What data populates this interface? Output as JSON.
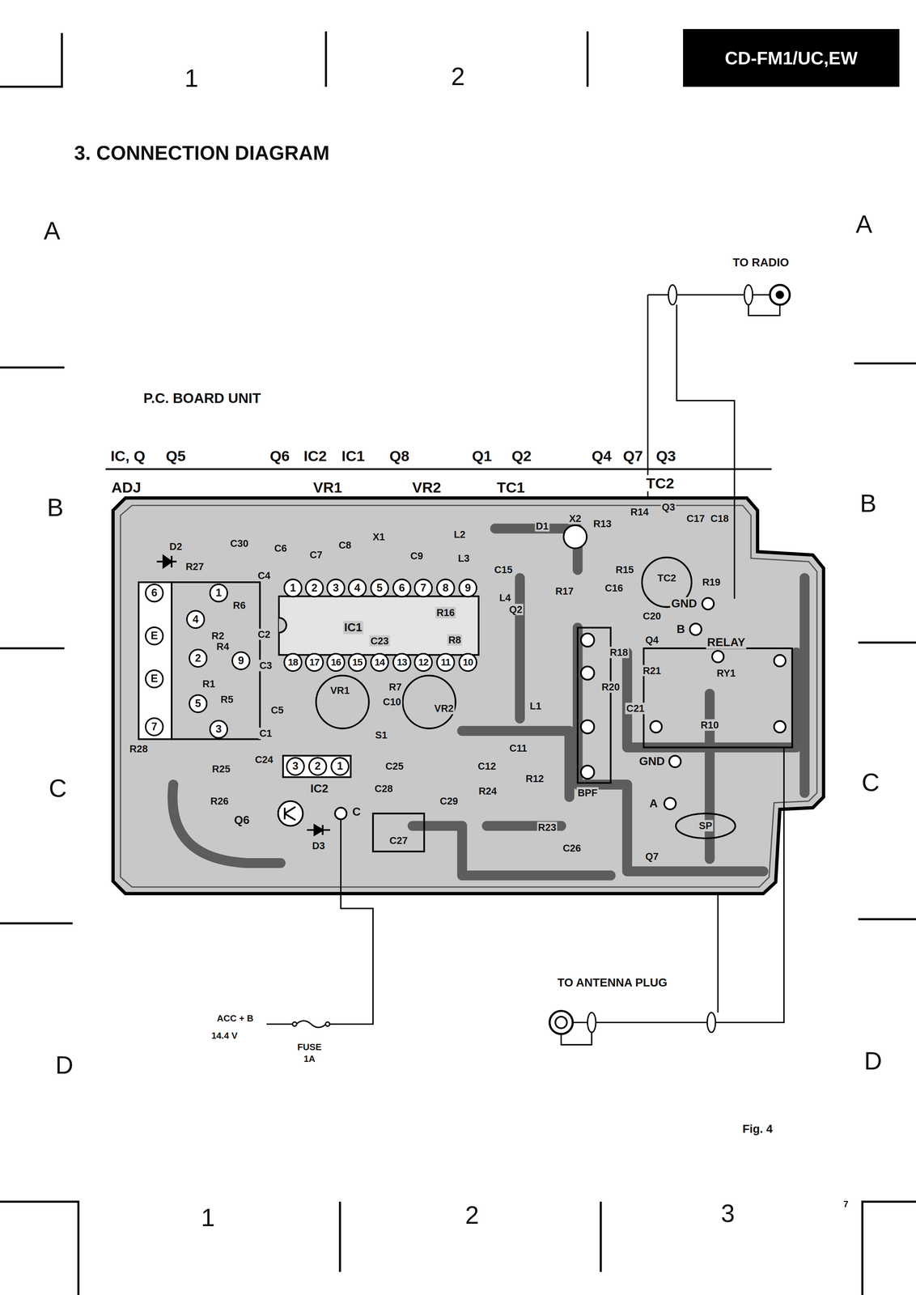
{
  "diagram": {
    "title": "3. CONNECTION DIAGRAM",
    "nodes": [
      {
        "text": [
          "CD-FM1/UC,EW"
        ]
      }
    ],
    "labels": [
      "1",
      "2",
      "A",
      "A",
      "TO RADIO",
      "P.C. BOARD UNIT",
      "IC, Q",
      "Q5",
      "Q6",
      "IC2",
      "IC1",
      "Q8",
      "Q1",
      "Q2",
      "Q4",
      "Q7",
      "Q3",
      "ADJ",
      "VR1",
      "VR2",
      "TC1",
      "TC2",
      "B",
      "B",
      "D2",
      "C30",
      "C6",
      "C7",
      "C8",
      "X1",
      "C9",
      "L2",
      "L3",
      "D1",
      "X2",
      "R13",
      "R14",
      "Q3",
      "C17",
      "C18",
      "R27",
      "C4",
      "R6",
      "C15",
      "R15",
      "TC2",
      "C16",
      "R19",
      "R16",
      "R17",
      "L4",
      "GND",
      "Q2",
      "C20",
      "IC1",
      "C2",
      "R2",
      "C23",
      "R8",
      "B",
      "RELAY",
      "Q4",
      "R18",
      "R4",
      "C3",
      "RY1",
      "R21",
      "R1",
      "VR1",
      "R7",
      "C10",
      "R5",
      "C5",
      "VR2",
      "L1",
      "R20",
      "C21",
      "R10",
      "C1",
      "S1",
      "R28",
      "C24",
      "C25",
      "C12",
      "C11",
      "R12",
      "GND",
      "R25",
      "IC2",
      "C28",
      "R24",
      "BPF",
      "R26",
      "C29",
      "A",
      "C",
      "Q6",
      "R23",
      "SP",
      "D3",
      "C27",
      "C26",
      "Q7",
      "1",
      "2",
      "3",
      "4",
      "5",
      "6",
      "7",
      "8",
      "9",
      "18",
      "17",
      "16",
      "15",
      "14",
      "13",
      "12",
      "11",
      "10",
      "6",
      "E",
      "E",
      "7",
      "1",
      "4",
      "2",
      "9",
      "5",
      "3",
      "3",
      "2",
      "1",
      "C",
      "C",
      "TO ANTENNA PLUG",
      "ACC + B",
      "14.4 V",
      "FUSE",
      "1A",
      "D",
      "D",
      "Fig. 4",
      "1",
      "2",
      "3",
      "7"
    ]
  }
}
